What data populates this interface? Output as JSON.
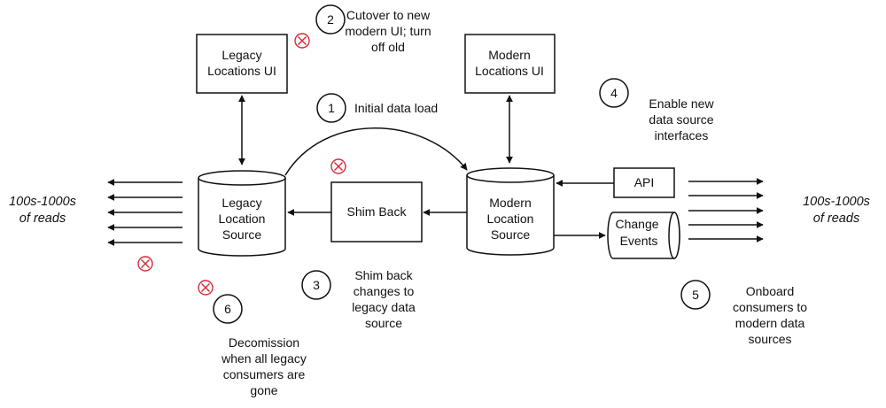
{
  "boxes": {
    "legacy_ui": [
      "Legacy",
      "Locations UI"
    ],
    "modern_ui": [
      "Modern",
      "Locations UI"
    ],
    "shim_back": "Shim Back",
    "api": "API"
  },
  "databases": {
    "legacy_source": [
      "Legacy",
      "Location",
      "Source"
    ],
    "modern_source": [
      "Modern",
      "Location",
      "Source"
    ]
  },
  "queue": {
    "change_events": [
      "Change",
      "Events"
    ]
  },
  "reads": {
    "left": [
      "100s-1000s",
      "of reads"
    ],
    "right": [
      "100s-1000s",
      "of reads"
    ]
  },
  "steps": [
    {
      "number": "1",
      "lines": [
        "Initial data load"
      ]
    },
    {
      "number": "2",
      "lines": [
        "Cutover to new",
        "modern UI; turn",
        "off old"
      ]
    },
    {
      "number": "3",
      "lines": [
        "Shim back",
        "changes to",
        "legacy data",
        "source"
      ]
    },
    {
      "number": "4",
      "lines": [
        "Enable new",
        "data source",
        "interfaces"
      ]
    },
    {
      "number": "5",
      "lines": [
        "Onboard",
        "consumers to",
        "modern data",
        "sources"
      ]
    },
    {
      "number": "6",
      "lines": [
        "Decomission",
        "when all legacy",
        "consumers are",
        "gone"
      ]
    }
  ],
  "colors": {
    "line": "#111111",
    "removed_marker": "#d62b3a"
  },
  "icons": {
    "removed": "circle-x-icon"
  }
}
